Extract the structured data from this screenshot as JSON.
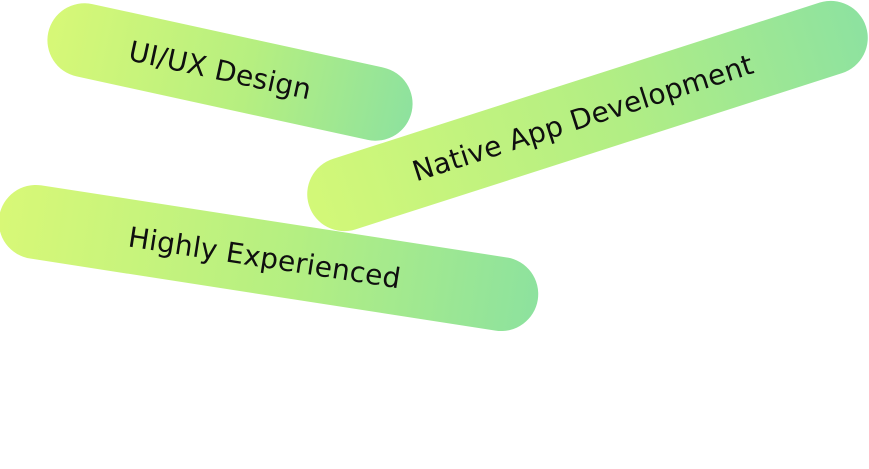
{
  "pills": [
    {
      "label": "UI/UX Design"
    },
    {
      "label": "Native App Development"
    },
    {
      "label": "Highly Experienced"
    }
  ],
  "colors": {
    "gradient_start": "#d7f877",
    "gradient_end": "#8ee29e",
    "text": "#0f0f0f",
    "background": "#ffffff"
  }
}
